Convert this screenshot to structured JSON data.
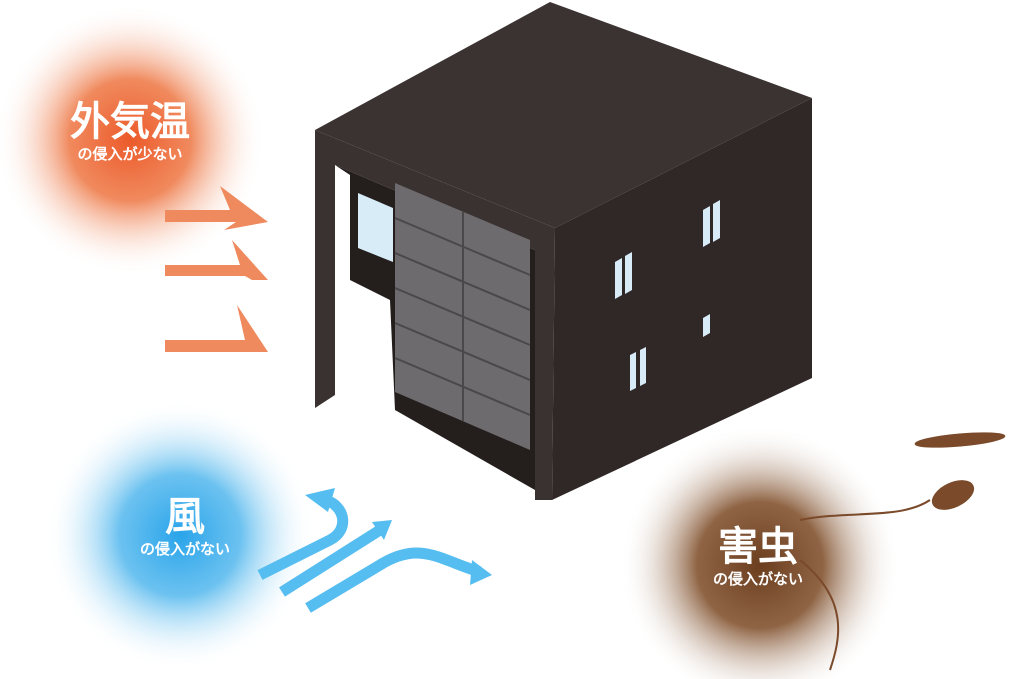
{
  "labels": {
    "temperature": {
      "title": "外気温",
      "sub": "の侵入が少ない"
    },
    "wind": {
      "title": "風",
      "sub": "の侵入がない"
    },
    "pests": {
      "title": "害虫",
      "sub": "の侵入がない"
    }
  },
  "colors": {
    "temperature": "#ef6a3a",
    "wind": "#3aaee8",
    "pests": "#7a4a2a",
    "house": "#3a3230",
    "door": "#6d6b6e",
    "window": "#d8ecf8"
  }
}
